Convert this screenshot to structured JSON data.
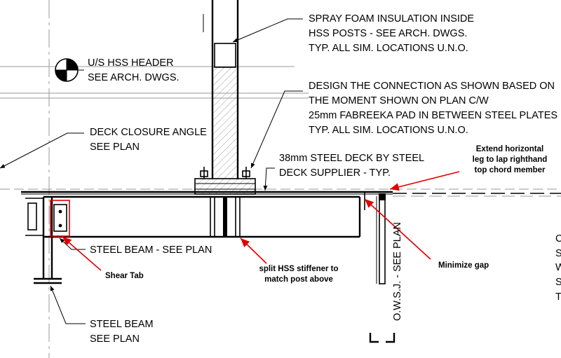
{
  "labels": {
    "spray_foam": [
      "SPRAY FOAM INSULATION INSIDE",
      "HSS POSTS - SEE ARCH. DWGS.",
      "TYP. ALL SIM. LOCATIONS U.N.O."
    ],
    "us_hss_header": [
      "U/S HSS HEADER",
      "SEE ARCH. DWGS."
    ],
    "design_connection": [
      "DESIGN THE CONNECTION AS SHOWN BASED ON",
      "THE MOMENT SHOWN ON PLAN C/W",
      "25mm FABREEKA PAD IN BETWEEN STEEL PLATES",
      "TYP. ALL SIM. LOCATIONS U.N.O."
    ],
    "deck_closure": [
      "DECK CLOSURE ANGLE",
      "SEE PLAN"
    ],
    "steel_deck": [
      "38mm STEEL DECK BY STEEL",
      "DECK SUPPLIER - TYP."
    ],
    "steel_beam_mid": "STEEL BEAM - SEE PLAN",
    "steel_beam_bottom": [
      "STEEL BEAM",
      "SEE PLAN"
    ],
    "owsj": "O.W.S.J. - SEE PLAN",
    "edge_letters": [
      "C",
      "S",
      "W",
      "S",
      "T"
    ]
  },
  "annotations": {
    "extend_leg": [
      "Extend horizontal",
      "leg to lap righthand",
      "top chord member"
    ],
    "shear_tab": "Shear Tab",
    "split_hss": [
      "split HSS stiffener to",
      "match post above"
    ],
    "minimize_gap": "Minimize gap"
  },
  "colors": {
    "annotation": "#e00000",
    "linework": "#000000",
    "grid": "#9a9a9a"
  }
}
